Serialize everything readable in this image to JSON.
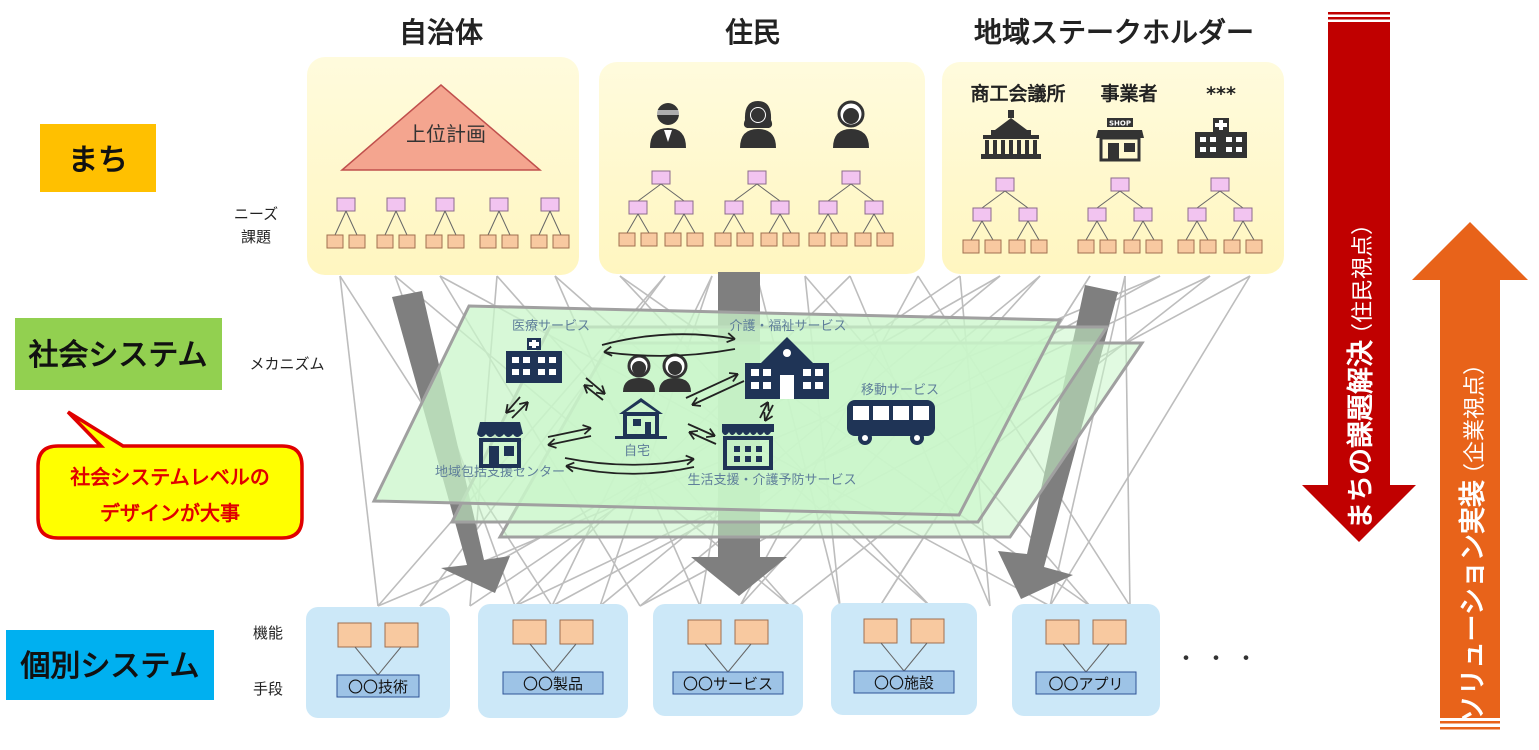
{
  "columns": {
    "municipality": "自治体",
    "residents": "住民",
    "stakeholders": "地域ステークホルダー"
  },
  "levels": {
    "town": "まち",
    "social": "社会システム",
    "individual": "個別システム"
  },
  "side_labels": {
    "needs_1": "ニーズ",
    "needs_2": "課題",
    "mechanism": "メカニズム",
    "function": "機能",
    "means": "手段"
  },
  "upper_plan": "上位計画",
  "stakeholders": {
    "chamber": "商工会議所",
    "business": "事業者",
    "other": "***"
  },
  "shop_sign": "SHOP",
  "services": {
    "medical": "医療サービス",
    "care_welfare": "介護・福祉サービス",
    "mobility": "移動サービス",
    "home": "自宅",
    "community_center": "地域包括支援センター",
    "life_support": "生活支援・介護予防サービス"
  },
  "callout": {
    "line1": "社会システムレベルの",
    "line2": "デザインが大事"
  },
  "means_items": [
    "〇〇技術",
    "〇〇製品",
    "〇〇サービス",
    "〇〇施設",
    "〇〇アプリ"
  ],
  "ellipsis": "・・・",
  "arrows": {
    "down_main": "まちの課題解決",
    "down_sub": "（住民視点）",
    "up_main": "ソリューション実装",
    "up_sub": "（企業視点）"
  },
  "colors": {
    "town_label": "#FFC000",
    "social_label": "#92D050",
    "individual_label": "#00B0F0",
    "top_panel": "#FFFACD",
    "bottom_panel": "#CCE8F8",
    "plane": "#C9F5C9",
    "red_arrow": "#C00000",
    "orange_arrow": "#E8631A",
    "pink_node": "#F2C4F0",
    "orange_node": "#F8C9A0",
    "triangle": "#F4A58F"
  }
}
